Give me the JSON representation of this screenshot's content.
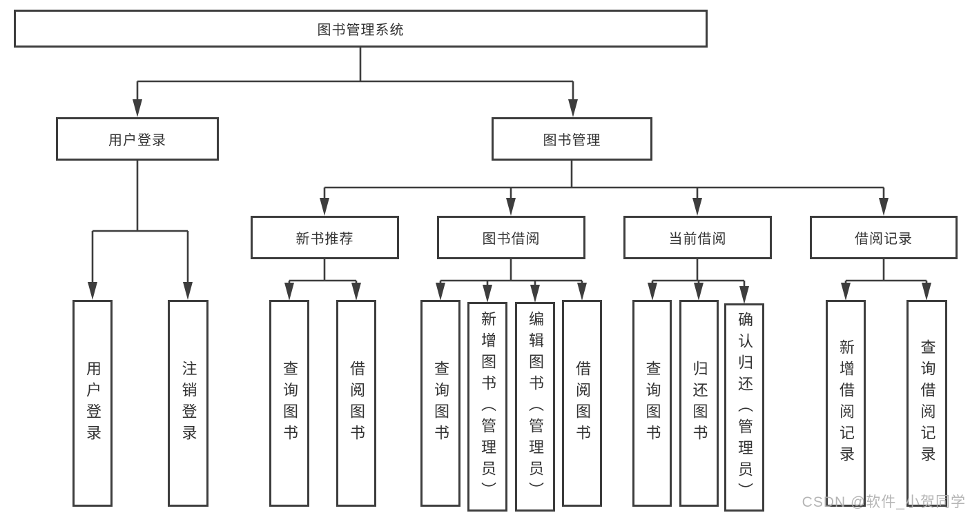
{
  "diagram": {
    "title": "图书管理系统",
    "tree": {
      "label": "图书管理系统",
      "children": [
        {
          "label": "用户登录",
          "children": [
            {
              "label": "用户登录"
            },
            {
              "label": "注销登录"
            }
          ]
        },
        {
          "label": "图书管理",
          "children": [
            {
              "label": "新书推荐",
              "children": [
                {
                  "label": "查询图书"
                },
                {
                  "label": "借阅图书"
                }
              ]
            },
            {
              "label": "图书借阅",
              "children": [
                {
                  "label": "查询图书"
                },
                {
                  "label": "新增图书（管理员）"
                },
                {
                  "label": "编辑图书（管理员）"
                },
                {
                  "label": "借阅图书"
                }
              ]
            },
            {
              "label": "当前借阅",
              "children": [
                {
                  "label": "查询图书"
                },
                {
                  "label": "归还图书"
                },
                {
                  "label": "确认归还（管理员）"
                }
              ]
            },
            {
              "label": "借阅记录",
              "children": [
                {
                  "label": "新增借阅记录"
                },
                {
                  "label": "查询借阅记录"
                }
              ]
            }
          ]
        }
      ]
    },
    "colors": {
      "line": "#3d3d3d",
      "box_border": "#3d3d3d",
      "text": "#333333",
      "background": "#ffffff",
      "watermark": "#adadad"
    }
  },
  "watermark": {
    "text": "CSDN @软件_小贺同学"
  }
}
